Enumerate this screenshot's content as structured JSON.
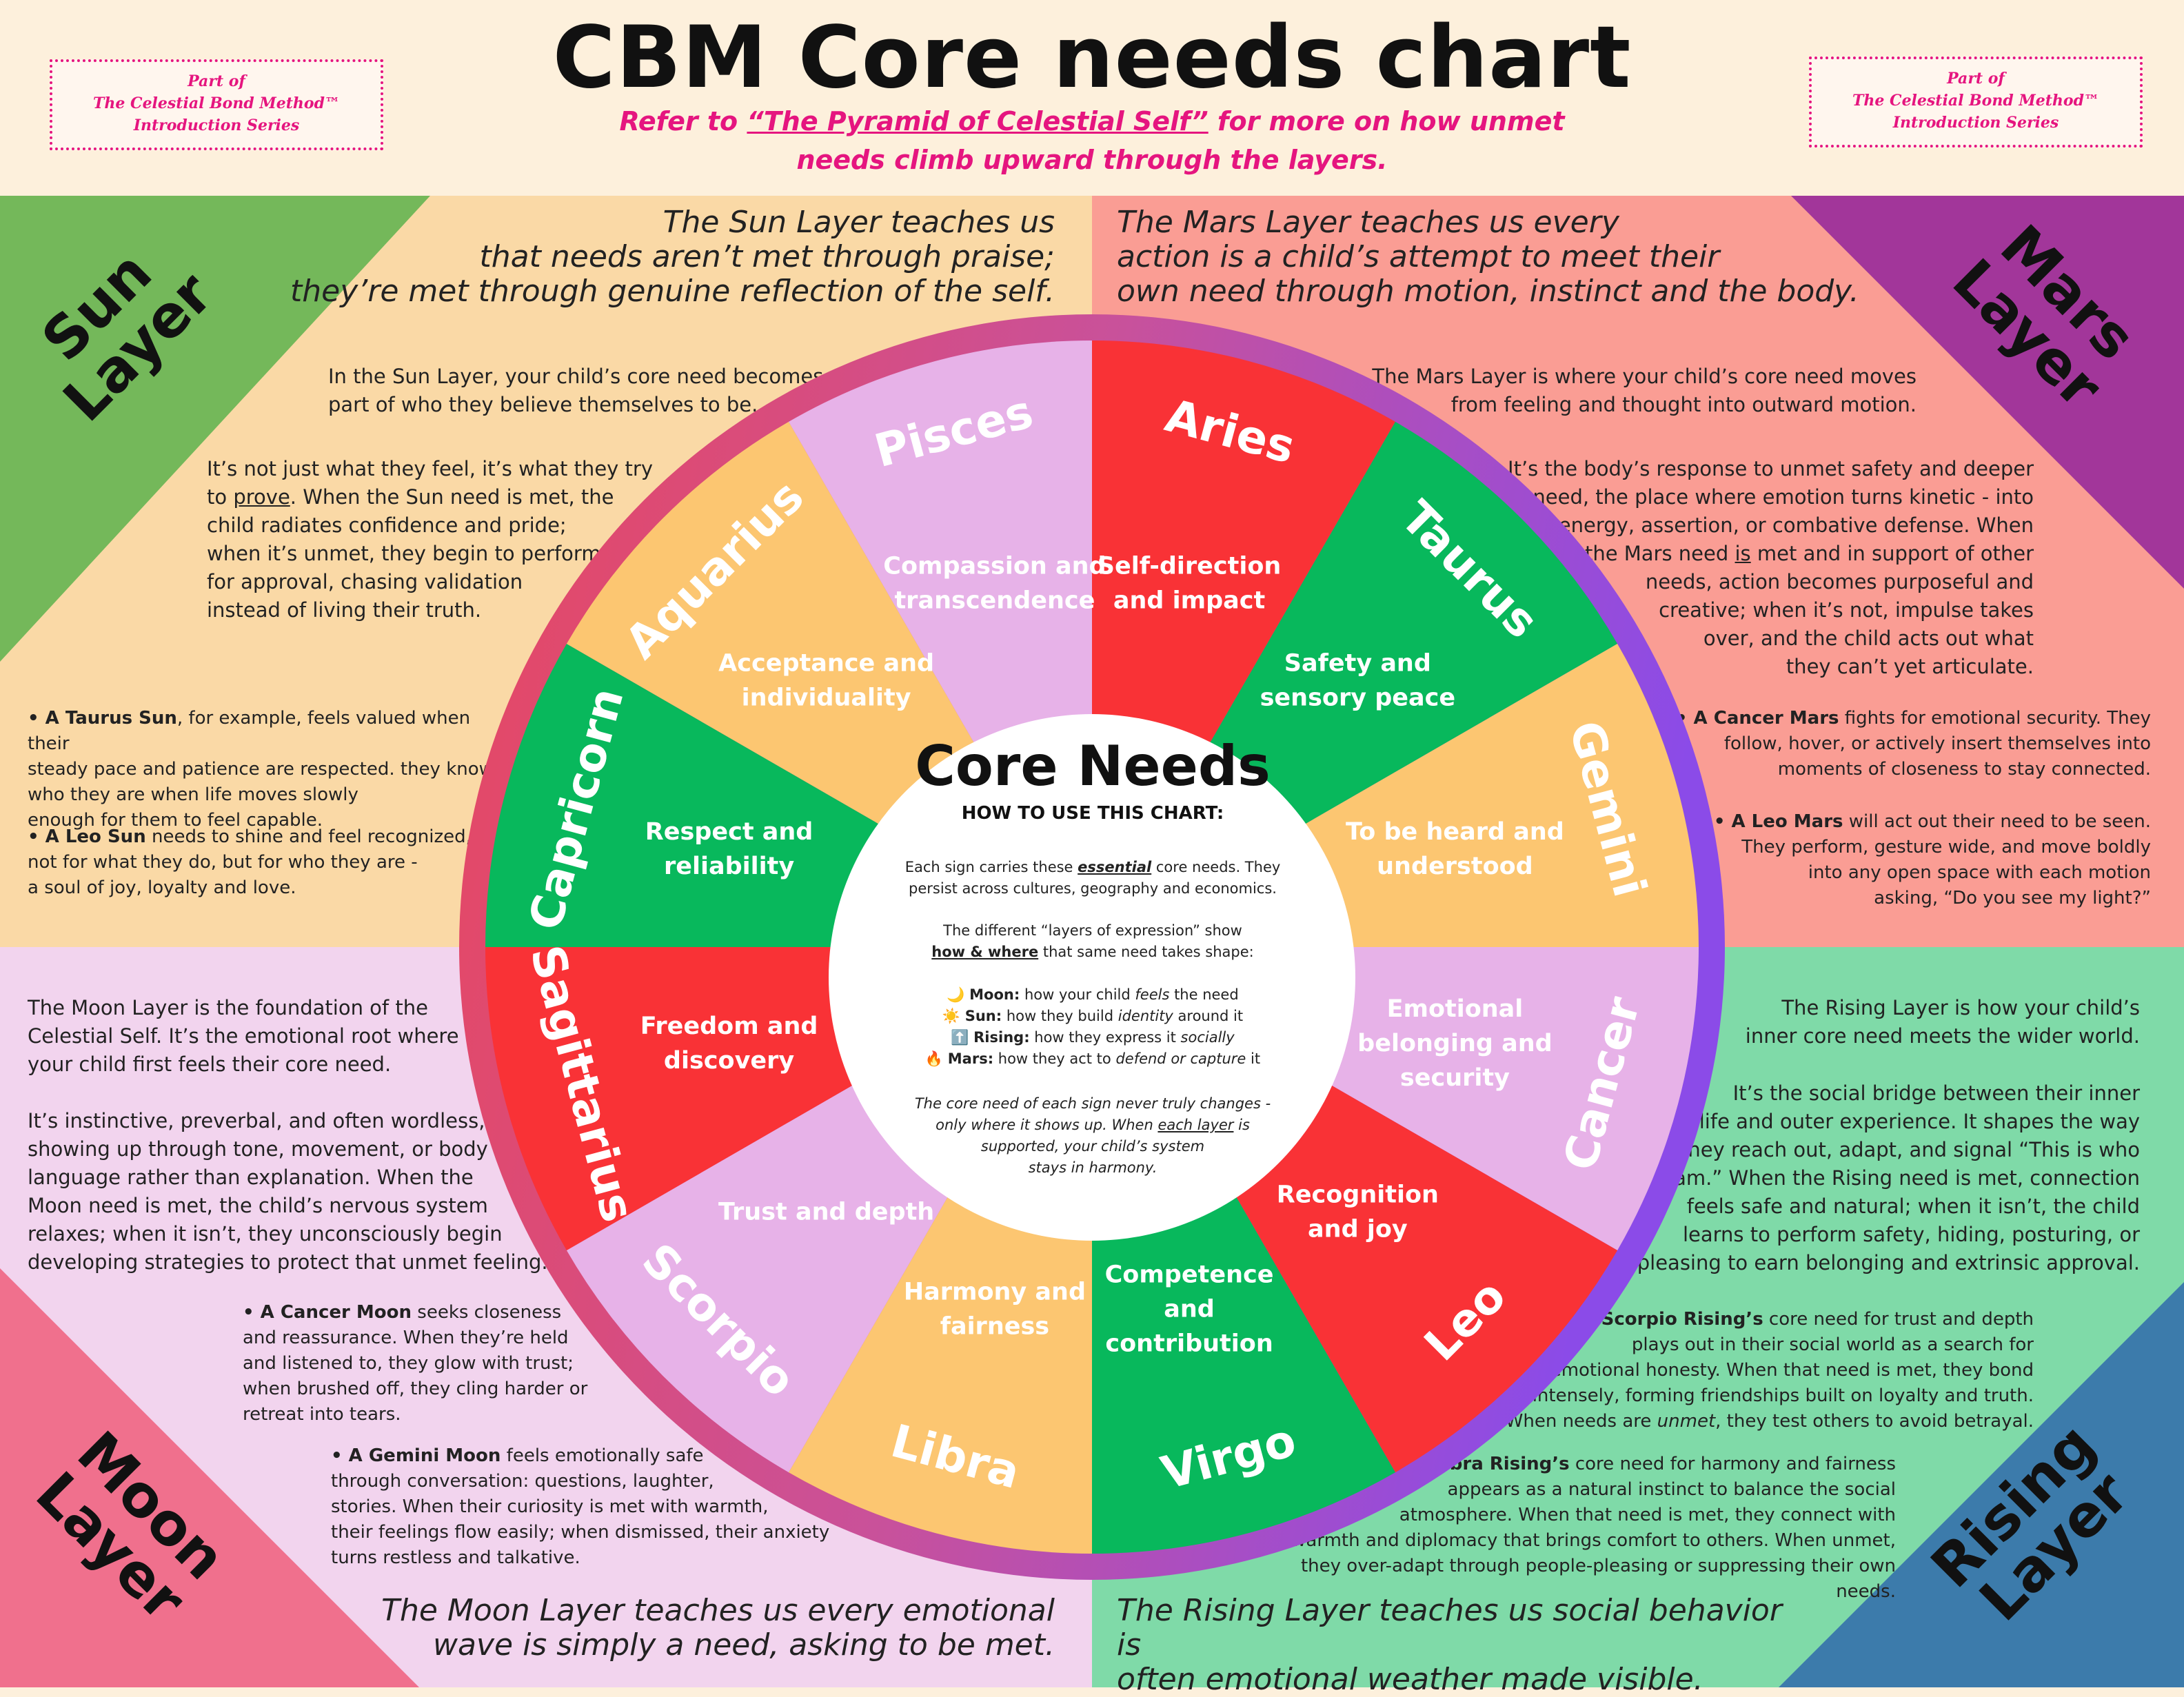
{
  "header": {
    "title": "CBM Core needs chart",
    "subtitle_before": "Refer to ",
    "subtitle_link": "“The Pyramid of Celestial Self”",
    "subtitle_after": " for more on how unmet needs climb upward through the layers.",
    "series_box_left": [
      "Part of",
      "The Celestial Bond Method™",
      "Introduction Series"
    ],
    "series_box_right": [
      "Part of",
      "The Celestial Bond Method™",
      "Introduction Series"
    ]
  },
  "colors": {
    "background": "#fdf0dc",
    "sun_quadrant": "#fad9a6",
    "mars_quadrant": "#fa9d94",
    "moon_quadrant": "#f2d4ee",
    "rising_quadrant": "#7fdaa8",
    "sun_corner": "#74b85a",
    "mars_corner": "#a2369a",
    "moon_corner": "#f0708d",
    "rising_corner": "#3c7bab",
    "segment_red": "#f93236",
    "segment_green": "#08b85c",
    "segment_orange": "#fcc671",
    "segment_pink": "#e7b2e8",
    "accent_pink": "#e5157f"
  },
  "sun": {
    "corner_label": [
      "Sun",
      "Layer"
    ],
    "quote": [
      "The Sun Layer teaches us",
      "that needs aren’t met through praise;",
      "they’re met through genuine reflection of the self."
    ],
    "intro": [
      "In the Sun Layer, your child’s core need becomes",
      "part of who they believe themselves to be."
    ],
    "body_1": "It’s not just what they feel, it’s what they try",
    "body_2a": "to ",
    "body_2u": "prove",
    "body_2b": ". When the Sun need is met, the",
    "body_rest": [
      "child radiates confidence and pride;",
      "when it’s unmet, they begin to perform",
      "for approval, chasing validation",
      "instead of living their truth."
    ],
    "ex1_bold": "• A Taurus Sun",
    "ex1_rest": ", for example, feels valued when their",
    "ex1_lines": [
      "steady pace and patience are respected. they know",
      "who they are when life moves slowly",
      "enough for them to feel capable."
    ],
    "ex2_bold": "• A Leo Sun",
    "ex2_rest": " needs to shine and feel recognized,",
    "ex2_lines": [
      "not for what they do, but for who they are -",
      "a soul of joy, loyalty and love."
    ]
  },
  "mars": {
    "corner_label": [
      "Mars",
      "Layer"
    ],
    "quote": [
      "The Mars Layer teaches us every",
      "action is a child’s attempt to meet their",
      "own need through motion, instinct and the body."
    ],
    "intro": [
      "The Mars Layer is where your child’s core need moves",
      "from feeling and thought into outward motion."
    ],
    "body_lines_a": [
      "It’s the body’s response to unmet safety and deeper",
      "need, the place where emotion turns kinetic - into",
      "energy, assertion, or combative defense. When"
    ],
    "body_is_a": "the Mars need ",
    "body_is_u": "is",
    "body_is_b": " met and in support of other",
    "body_lines_b": [
      "needs, action becomes purposeful and",
      "creative; when it’s not, impulse takes",
      "over, and the child acts out what",
      "they can’t yet articulate."
    ],
    "ex1_bold": "• A Cancer Mars",
    "ex1_rest": " fights for emotional security. They",
    "ex1_lines": [
      "follow, hover, or actively insert themselves into",
      "moments of closeness to stay connected."
    ],
    "ex2_bold": "• A Leo Mars",
    "ex2_rest": " will act out their need to be seen.",
    "ex2_lines": [
      "They perform, gesture wide, and move boldly",
      "into any open space with each motion",
      "asking, “Do you see my light?”"
    ]
  },
  "moon": {
    "corner_label": [
      "Moon",
      "Layer"
    ],
    "quote": [
      "The Moon Layer teaches us every emotional",
      "wave is simply a need, asking to be met."
    ],
    "intro": [
      "The Moon Layer is the foundation of the",
      "Celestial Self. It’s the emotional root where",
      "your child first feels their core need."
    ],
    "body": [
      "It’s instinctive, preverbal, and often wordless,",
      "showing up through tone, movement, or body",
      "language rather than explanation. When the",
      "Moon need is met, the child’s nervous system",
      "relaxes; when it isn’t, they unconsciously begin",
      "developing strategies to protect that unmet feeling."
    ],
    "ex1_bold": "• A Cancer Moon",
    "ex1_rest": " seeks closeness",
    "ex1_lines": [
      "and reassurance. When they’re held",
      "and listened to, they glow with trust;",
      "when brushed off, they cling harder or",
      "retreat into tears."
    ],
    "ex2_bold": "• A Gemini Moon",
    "ex2_rest": " feels emotionally safe",
    "ex2_lines": [
      "through conversation: questions, laughter,",
      "stories. When their curiosity is met with warmth,",
      "their feelings flow easily; when dismissed, their anxiety",
      "turns restless and talkative."
    ]
  },
  "rising": {
    "corner_label": [
      "Rising",
      "Layer"
    ],
    "quote": [
      "The Rising Layer teaches us social behavior is",
      "often emotional weather made visible."
    ],
    "intro": [
      "The Rising Layer is how your child’s",
      "inner core need meets the wider world."
    ],
    "body": [
      "It’s the social bridge between their inner",
      "life and outer experience. It shapes the way",
      "they reach out, adapt, and signal “This is who",
      "I am.” When the Rising need is met, connection",
      "feels safe and natural; when it isn’t, the child",
      "learns to perform safety, hiding, posturing, or",
      "pleasing to earn belonging and extrinsic approval."
    ],
    "ex1_bold": "• A Scorpio Rising’s",
    "ex1_rest": " core need for trust and depth",
    "ex1_lines": [
      "plays out in their social world as a search for",
      "emotional honesty. When that need is met, they bond",
      "intensely, forming friendships built on loyalty and truth."
    ],
    "ex1_last_a": "When needs are ",
    "ex1_last_i": "unmet",
    "ex1_last_b": ", they test others to avoid betrayal.",
    "ex2_bold": "• Libra Rising’s",
    "ex2_rest": " core need for harmony and fairness",
    "ex2_lines": [
      "appears as a natural instinct to balance the social",
      "atmosphere. When that need is met, they connect with",
      "warmth and diplomacy that brings comfort to others. When unmet,",
      "they over-adapt through people-pleasing or suppressing their own needs."
    ]
  },
  "signs": [
    {
      "sign": "Aries",
      "need": [
        "Self-direction",
        "and impact"
      ],
      "color": "#f93236"
    },
    {
      "sign": "Taurus",
      "need": [
        "Safety and",
        "sensory peace"
      ],
      "color": "#08b85c"
    },
    {
      "sign": "Gemini",
      "need": [
        "To be heard and",
        "understood"
      ],
      "color": "#fcc671"
    },
    {
      "sign": "Cancer",
      "need": [
        "Emotional",
        "belonging and",
        "security"
      ],
      "color": "#e7b2e8"
    },
    {
      "sign": "Leo",
      "need": [
        "Recognition",
        "and joy"
      ],
      "color": "#f93236"
    },
    {
      "sign": "Virgo",
      "need": [
        "Competence",
        "and",
        "contribution"
      ],
      "color": "#08b85c"
    },
    {
      "sign": "Libra",
      "need": [
        "Harmony and",
        "fairness"
      ],
      "color": "#fcc671"
    },
    {
      "sign": "Scorpio",
      "need": [
        "Trust and depth"
      ],
      "color": "#e7b2e8"
    },
    {
      "sign": "Sagittarius",
      "need": [
        "Freedom and",
        "discovery"
      ],
      "color": "#f93236"
    },
    {
      "sign": "Capricorn",
      "need": [
        "Respect and",
        "reliability"
      ],
      "color": "#08b85c"
    },
    {
      "sign": "Aquarius",
      "need": [
        "Acceptance and",
        "individuality"
      ],
      "color": "#fcc671"
    },
    {
      "sign": "Pisces",
      "need": [
        "Compassion and",
        "transcendence"
      ],
      "color": "#e7b2e8"
    }
  ],
  "core": {
    "title": "Core Needs",
    "how_to": "HOW TO USE THIS CHART:",
    "p1_a": "Each sign carries these ",
    "p1_em": "essential",
    "p1_b": " core needs. They",
    "p1_c": "persist across cultures, geography and economics.",
    "p2_a": "The different “layers of expression” show",
    "p2_u": "how & where",
    "p2_b": " that same need takes shape:",
    "layers": [
      {
        "icon": "🌙",
        "name": "Moon:",
        "pre": " how your child ",
        "em": "feels",
        "post": " the need"
      },
      {
        "icon": "☀️",
        "name": "Sun:",
        "pre": " how they build ",
        "em": "identity",
        "post": " around it"
      },
      {
        "icon": "⬆️",
        "name": "Rising:",
        "pre": " how they express it ",
        "em": "socially",
        "post": ""
      },
      {
        "icon": "🔥",
        "name": "Mars:",
        "pre": " how they act to ",
        "em": "defend or capture",
        "post": " it"
      }
    ],
    "p3_a": "The core need of each sign never truly changes -",
    "p3_b": "only where it shows up. When ",
    "p3_u": "each layer",
    "p3_c": " is",
    "p3_d": "supported, your child’s system",
    "p3_e": "stays in harmony."
  }
}
